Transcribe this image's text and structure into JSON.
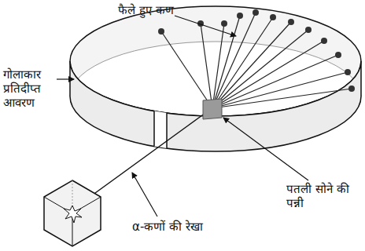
{
  "diagram": {
    "labels": [
      "फैले हुए कण",
      "गोलाकार प्रतिदीप्त आवरण",
      "α-कणों की रेखा",
      "पतली सोने की पन्नी"
    ]
  }
}
